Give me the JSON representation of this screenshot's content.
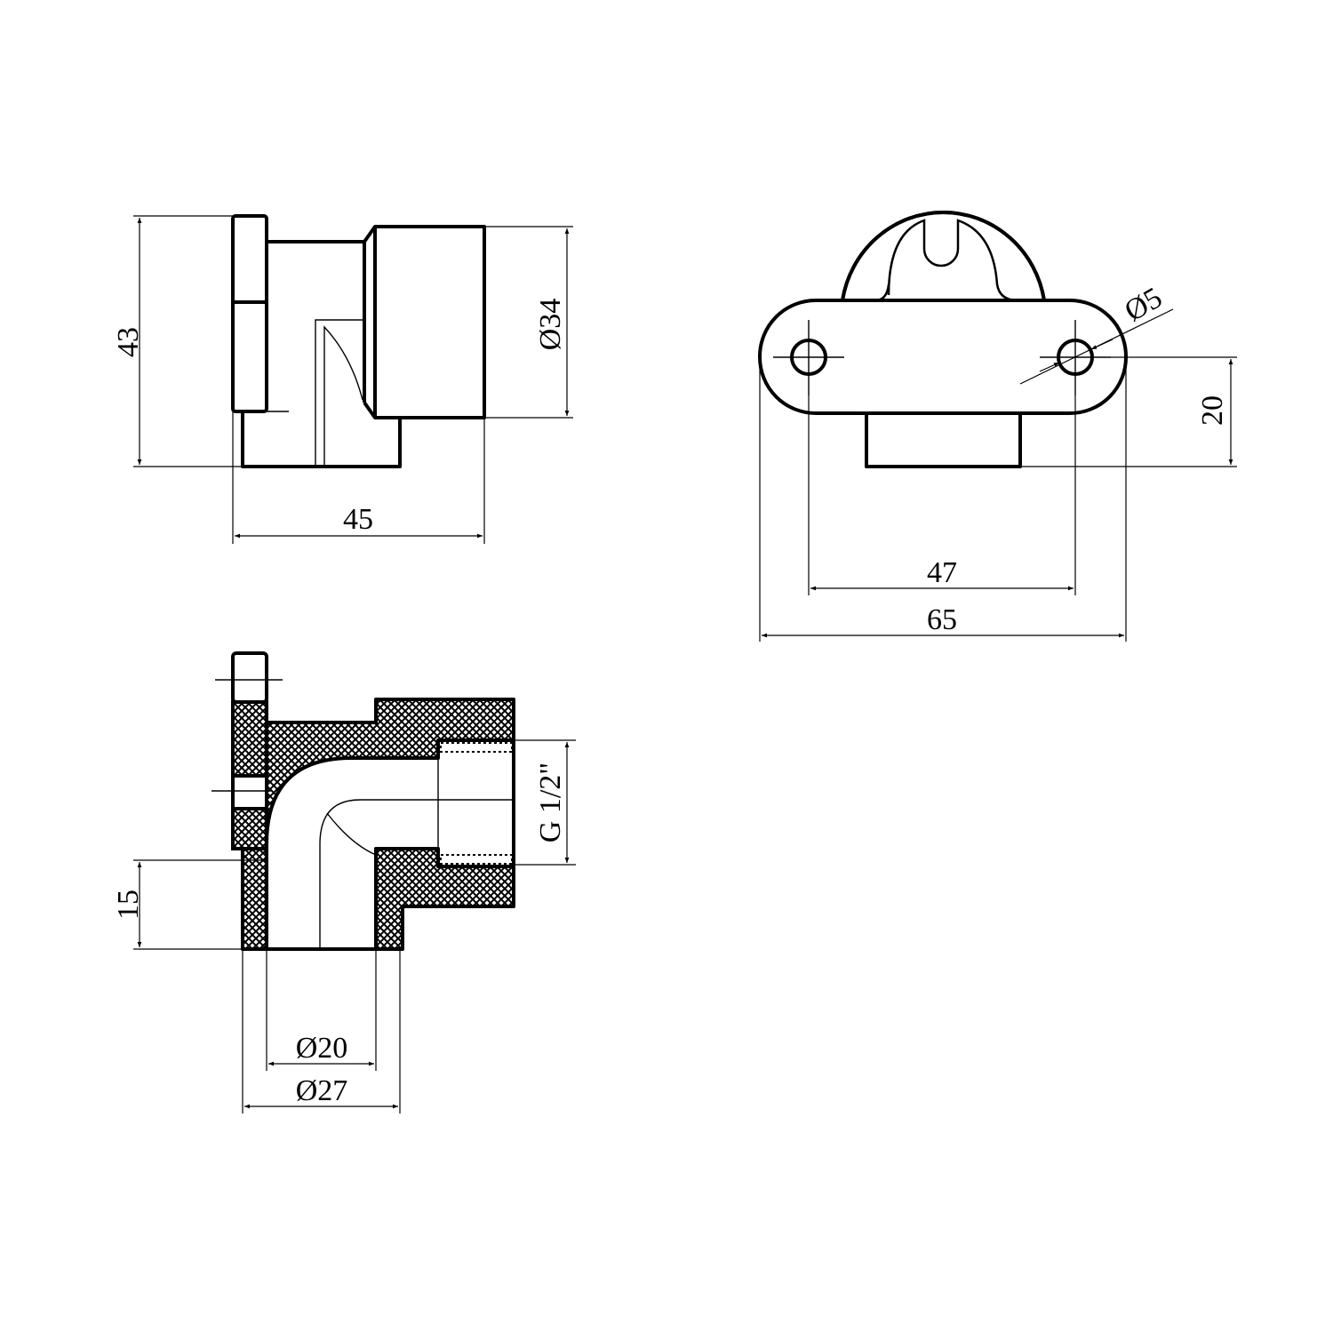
{
  "drawing": {
    "side_view": {
      "height_label": "43",
      "nut_diameter_label": "Ø34",
      "width_label": "45"
    },
    "front_view": {
      "hole_label": "Ø5",
      "offset_label": "20",
      "hole_spacing_label": "47",
      "overall_width_label": "65"
    },
    "section_view": {
      "depth_label": "15",
      "thread_label": "G 1/2\"",
      "inner_diameter_label": "Ø20",
      "outer_diameter_label": "Ø27"
    }
  }
}
